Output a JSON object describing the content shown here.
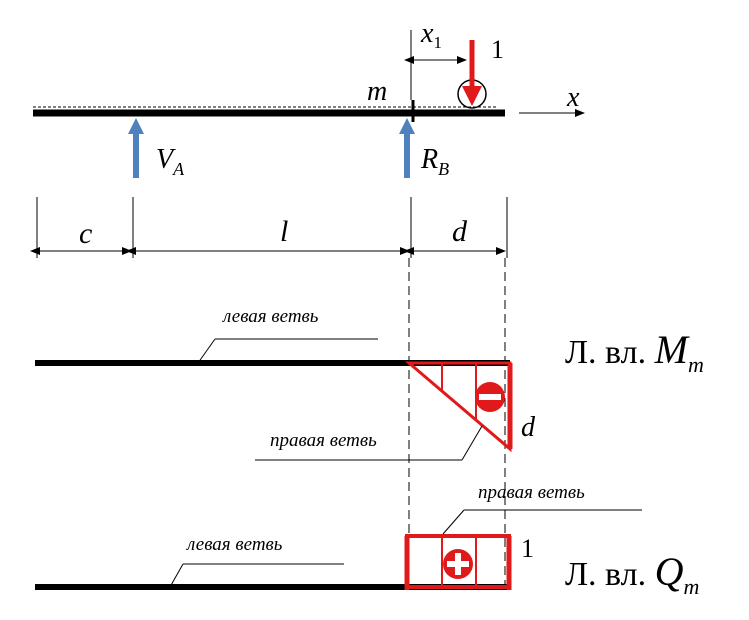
{
  "beam": {
    "load_value": "1",
    "x1_label": "x",
    "x1_sub": "1",
    "m_label": "m",
    "x_axis_label": "x",
    "va_label": "V",
    "va_sub": "A",
    "rb_label": "R",
    "rb_sub": "B"
  },
  "dims": {
    "c_label": "c",
    "l_label": "l",
    "d_label": "d"
  },
  "moment_line": {
    "title_prefix": "Л. вл. ",
    "title_symbol": "M",
    "title_sub": "m",
    "left_branch": "левая ветвь",
    "right_branch": "правая ветвь",
    "ordinate": "d",
    "sign": "−"
  },
  "shear_line": {
    "title_prefix": "Л. вл. ",
    "title_symbol": "Q",
    "title_sub": "m",
    "left_branch": "левая ветвь",
    "right_branch": "правая ветвь",
    "ordinate": "1",
    "sign": "+"
  },
  "colors": {
    "beam": "#000000",
    "load": "#e0191b",
    "reaction": "#4f81bd",
    "influence": "#e0191b"
  }
}
